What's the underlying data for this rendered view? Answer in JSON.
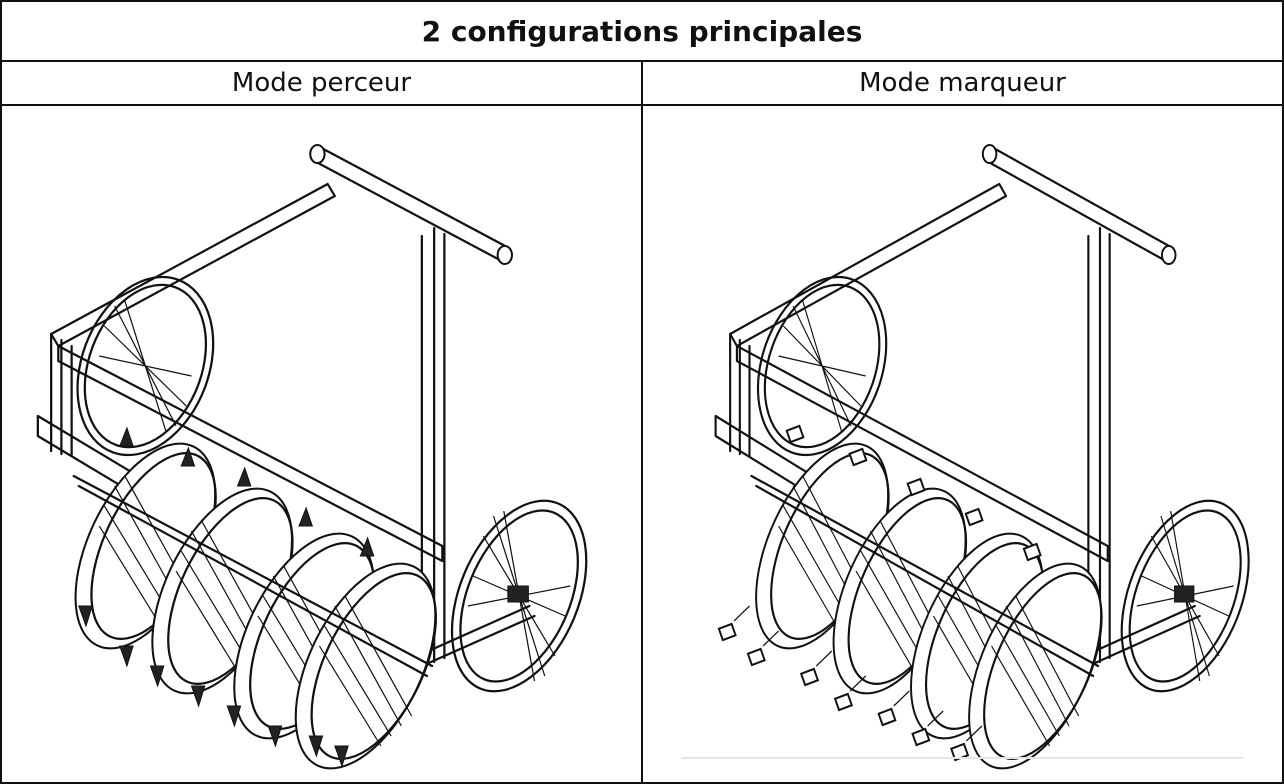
{
  "table": {
    "title": "2 configurations principales",
    "columns": [
      {
        "label": "Mode perceur",
        "drawing_icon": "spike-aerator-cart-drawing"
      },
      {
        "label": "Mode marqueur",
        "drawing_icon": "marker-pad-cart-drawing"
      }
    ]
  }
}
